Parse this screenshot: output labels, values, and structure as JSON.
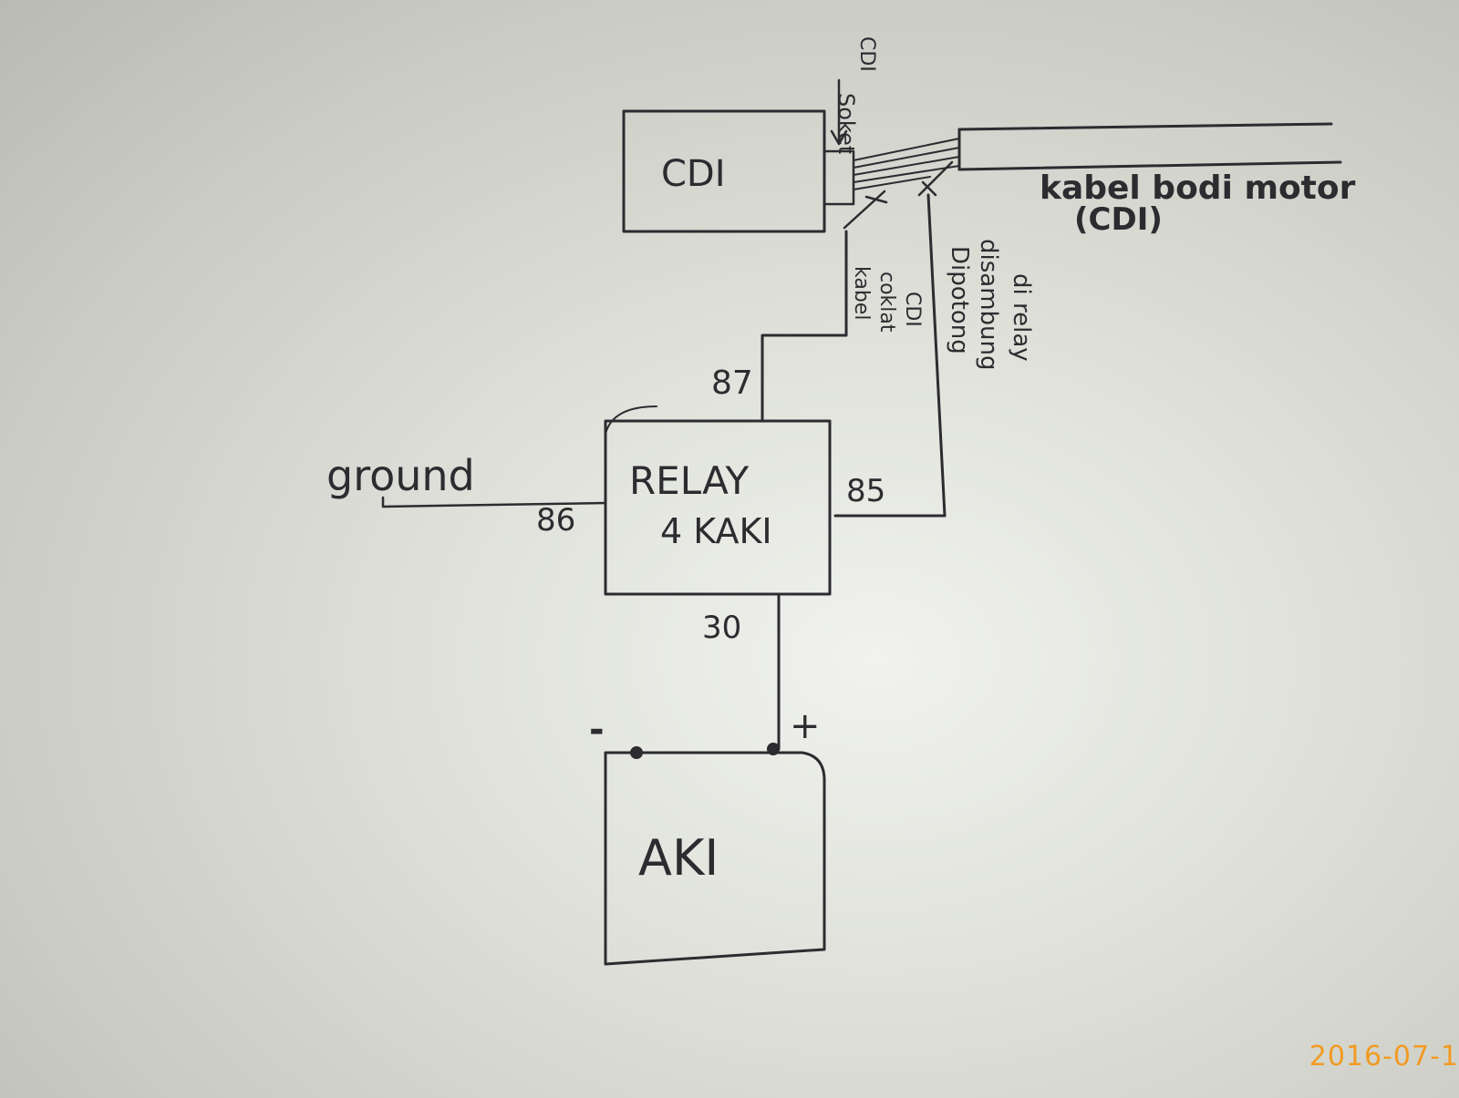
{
  "components": {
    "cdi": {
      "label": "CDI"
    },
    "relay": {
      "label_line1": "RELAY",
      "label_line2": "4 KAKI"
    },
    "battery": {
      "label": "AKI",
      "minus": "-",
      "plus": "+"
    }
  },
  "pins": {
    "p87": "87",
    "p86": "86",
    "p85": "85",
    "p30": "30"
  },
  "annotations": {
    "soket_line1": "Soket",
    "soket_line2": "CDI",
    "ground": "ground",
    "kabel_body_line1": "kabel bodi motor",
    "kabel_body_line2": "(CDI)",
    "coklat_line1": "kabel",
    "coklat_line2": "coklat",
    "coklat_line3": "CDI",
    "dipotong_line1": "Dipotong",
    "dipotong_line2": "disambung",
    "dipotong_line3": "di relay"
  },
  "timestamp": "2016-07-1",
  "colors": {
    "ink": "#2c2c30",
    "timestamp": "#f29a22"
  }
}
